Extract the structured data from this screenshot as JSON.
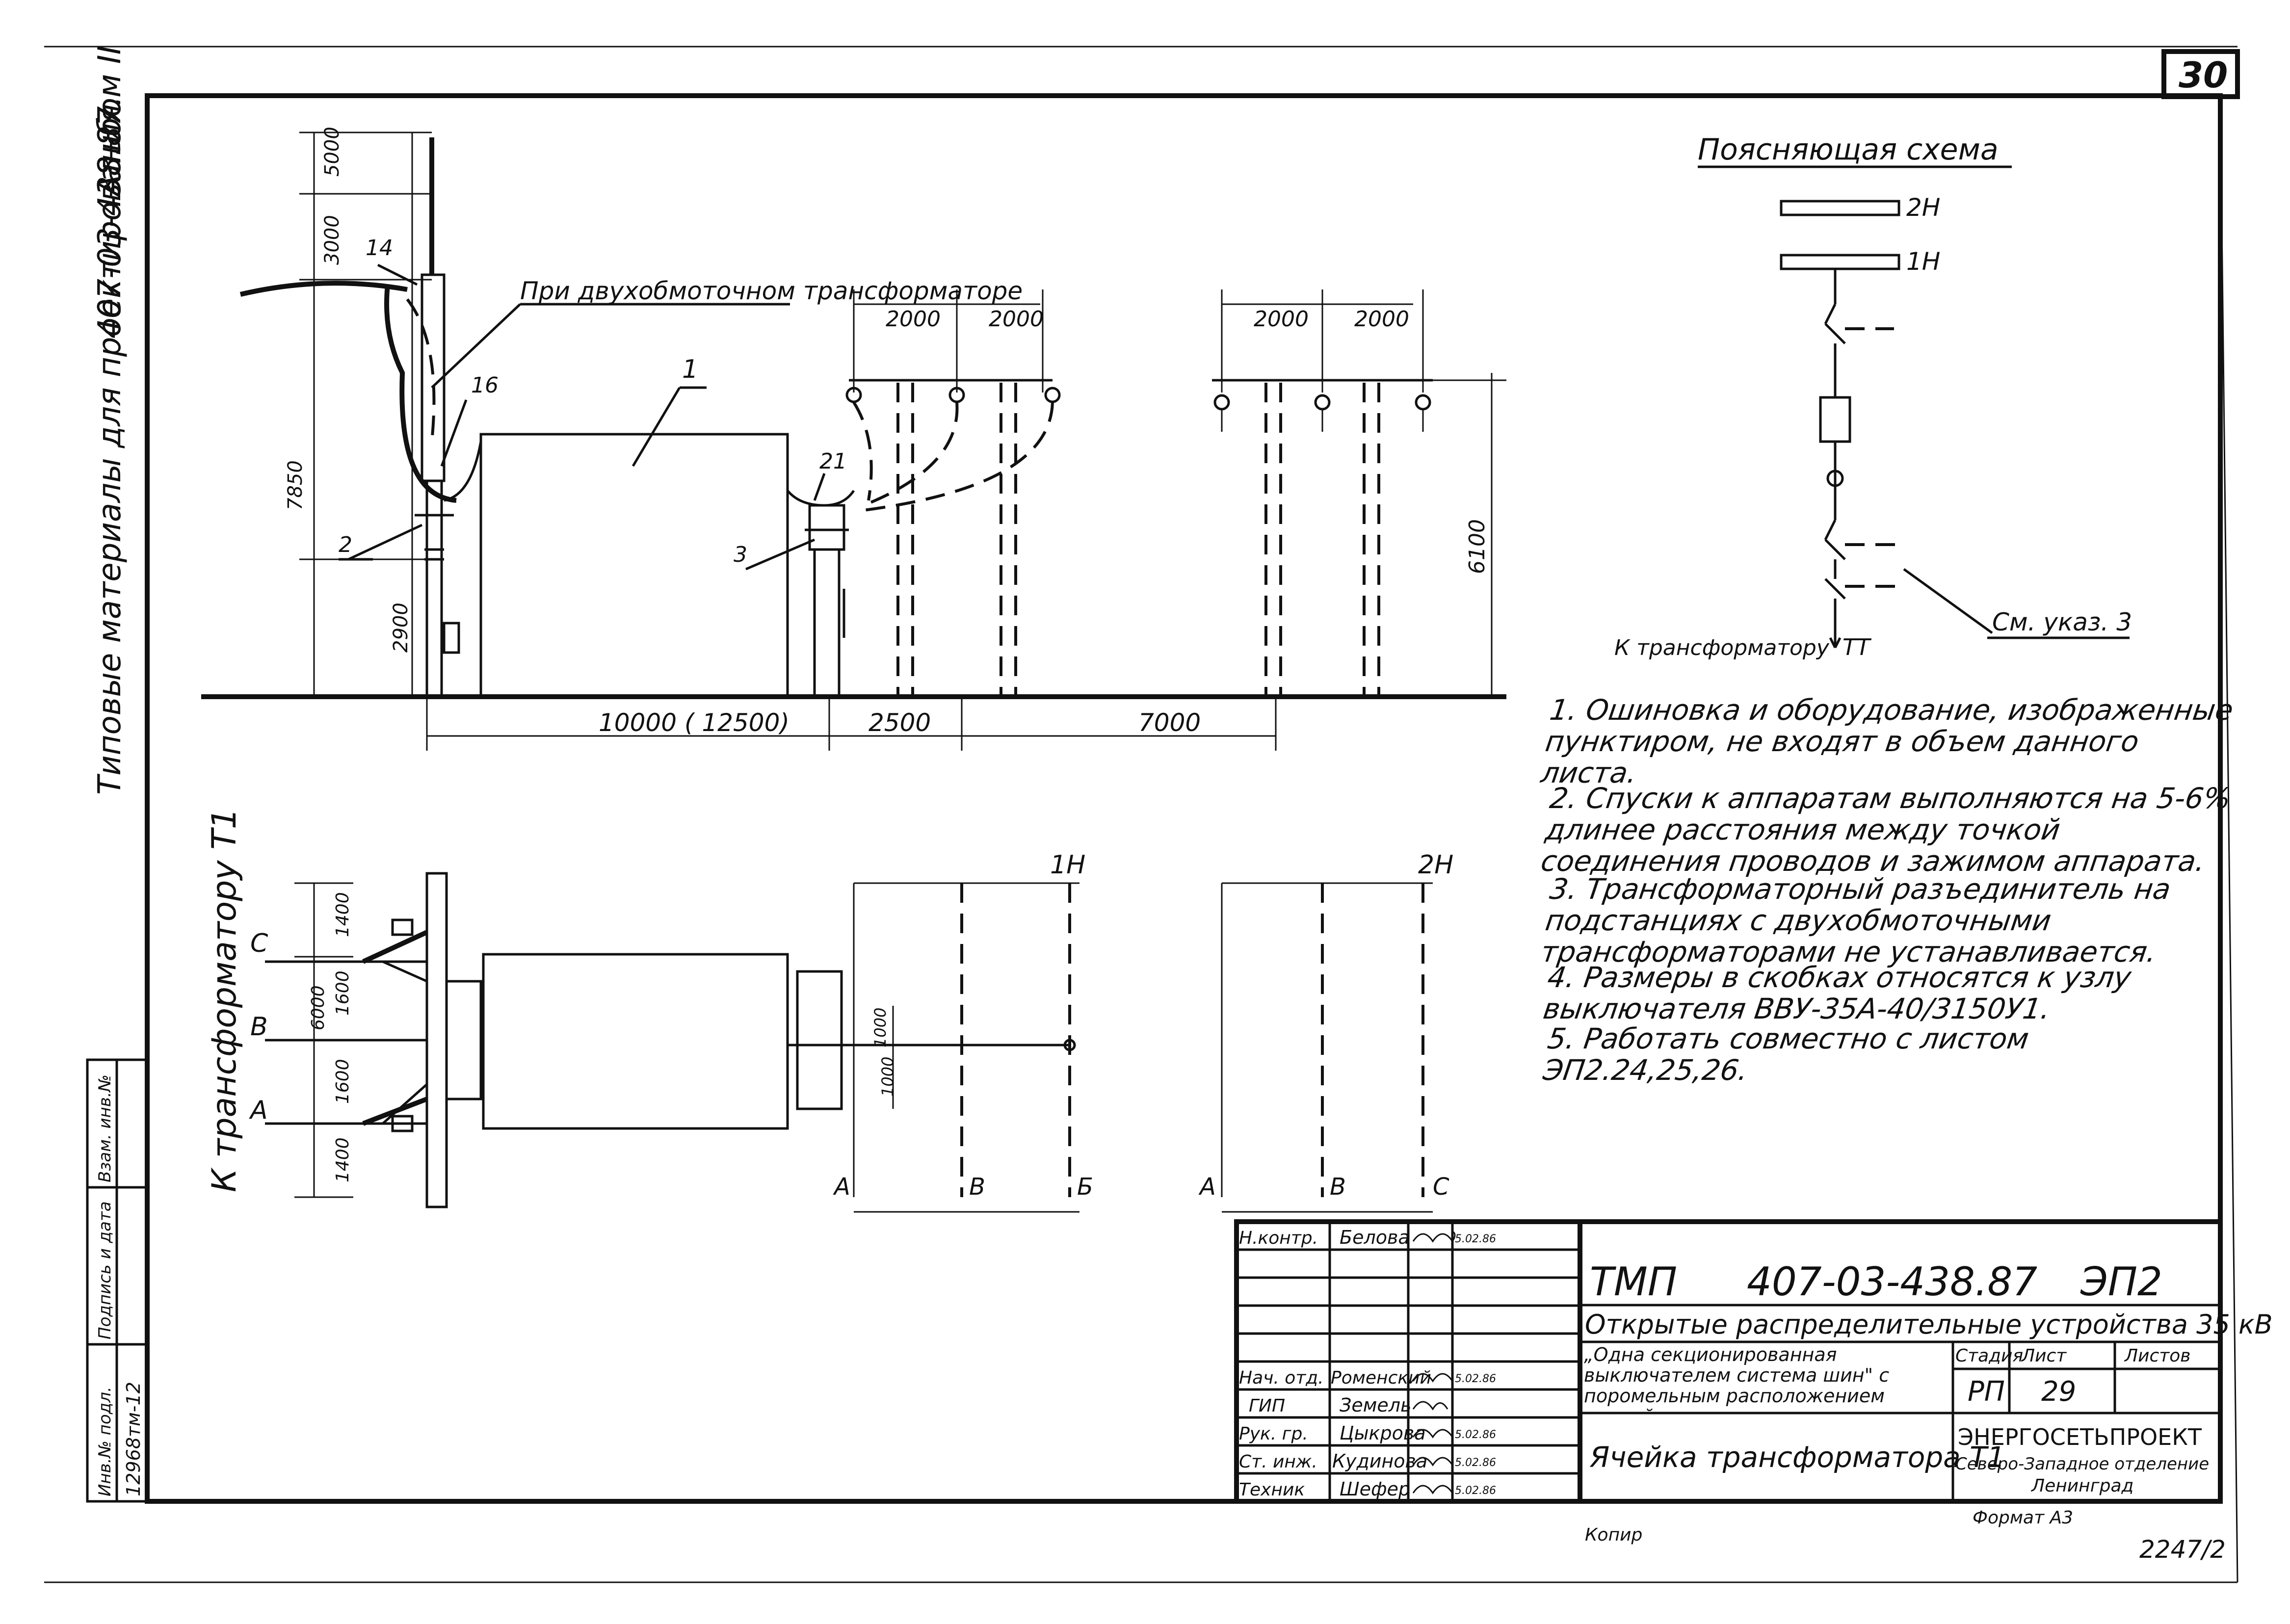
{
  "sheet_number": "30",
  "album_label": "Альбом II",
  "side_code": "407-03-438.87.",
  "side_title": "Типовые материалы для проектирования",
  "side_label_to_transformer": "К трансформатору Т1",
  "side_stamp": {
    "inv_original": "Инв.№ подл.",
    "sign_date": "Подпись и дата",
    "inv_replace": "Взам. инв.№",
    "inv_number": "12968тм-12"
  },
  "explanatory_scheme": {
    "title": "Поясняющая схема",
    "bus_2": "2Н",
    "bus_1": "1Н",
    "to_transformer": "К трансформатору",
    "transformer": "ТТ",
    "see_note": "См. указ. 3"
  },
  "elevation": {
    "label_winding": "При двухобмоточном трансформаторе",
    "tags": [
      "14",
      "16",
      "1",
      "2",
      "3",
      "21"
    ],
    "dimensions": {
      "d5000": "5000",
      "d3000": "3000",
      "d7850": "7850",
      "d2900": "2900",
      "d6100": "6100",
      "d2000a": "2000",
      "d2000b": "2000",
      "d2000c": "2000",
      "d2000d": "2000",
      "d10000": "10000 ( 12500)",
      "d2500": "2500",
      "d7000": "7000"
    }
  },
  "plan": {
    "phases": [
      "C",
      "B",
      "A"
    ],
    "bus_1": "1Н",
    "bus_2": "2Н",
    "axes_left": [
      "A",
      "B",
      "Б"
    ],
    "axes_right": [
      "A",
      "B",
      "C"
    ],
    "dimensions": {
      "d1400a": "1400",
      "d1600a": "1600",
      "d6000": "6000",
      "d1600b": "1600",
      "d1400b": "1400",
      "d1000a": "1000",
      "d1000b": "1000"
    }
  },
  "notes": [
    "1. Ошиновка и оборудование, изображенные пунктиром, не входят в объем данного листа.",
    "2. Спуски к аппаратам выполняются на 5-6% длинее расстояния между точкой соединения проводов и зажимом аппарата.",
    "3. Трансформаторный разъединитель на подстанциях с двухобмоточными трансформаторами не устанавливается.",
    "4. Размеры в скобках относятся к узлу выключателя ВВУ-35А-40/3150У1.",
    "5. Работать совместно с листом ЭП2.24,25,26."
  ],
  "title_block": {
    "roles": [
      "Н.контр.",
      "",
      "",
      "",
      "",
      "Нач. отд.",
      "ГИП",
      "Рук. гр.",
      "Ст. инж.",
      "Техник"
    ],
    "names": [
      "Белова",
      "",
      "",
      "",
      "",
      "Роменский",
      "Земель",
      "Цыкрова",
      "Кудинова",
      "Шефер"
    ],
    "dates": [
      "5.02.86",
      "",
      "",
      "",
      "",
      "5.02.86",
      "",
      "5.02.86",
      "5.02.86",
      "5.02.86"
    ],
    "code_prefix": "ТМП",
    "code": "407-03-438.87",
    "sheet_code": "ЭП2",
    "project_title": "Открытые распределительные устройства 35 кВ",
    "subtitle": "„Одна секционированная выключателем система шин\" с поромельным расположением секций",
    "drawing_title": "Ячейка трансформатора Т1",
    "stage_label": "Стадия",
    "sheet_label": "Лист",
    "sheets_label": "Листов",
    "stage": "РП",
    "sheet": "29",
    "sheets": "",
    "org_1": "ЭНЕРГОСЕТЬПРОЕКТ",
    "org_2": "Северо-Западное отделение",
    "org_3": "Ленинград"
  },
  "footer": {
    "copied": "Копир",
    "format": "Формат А3",
    "number": "2247/2"
  }
}
